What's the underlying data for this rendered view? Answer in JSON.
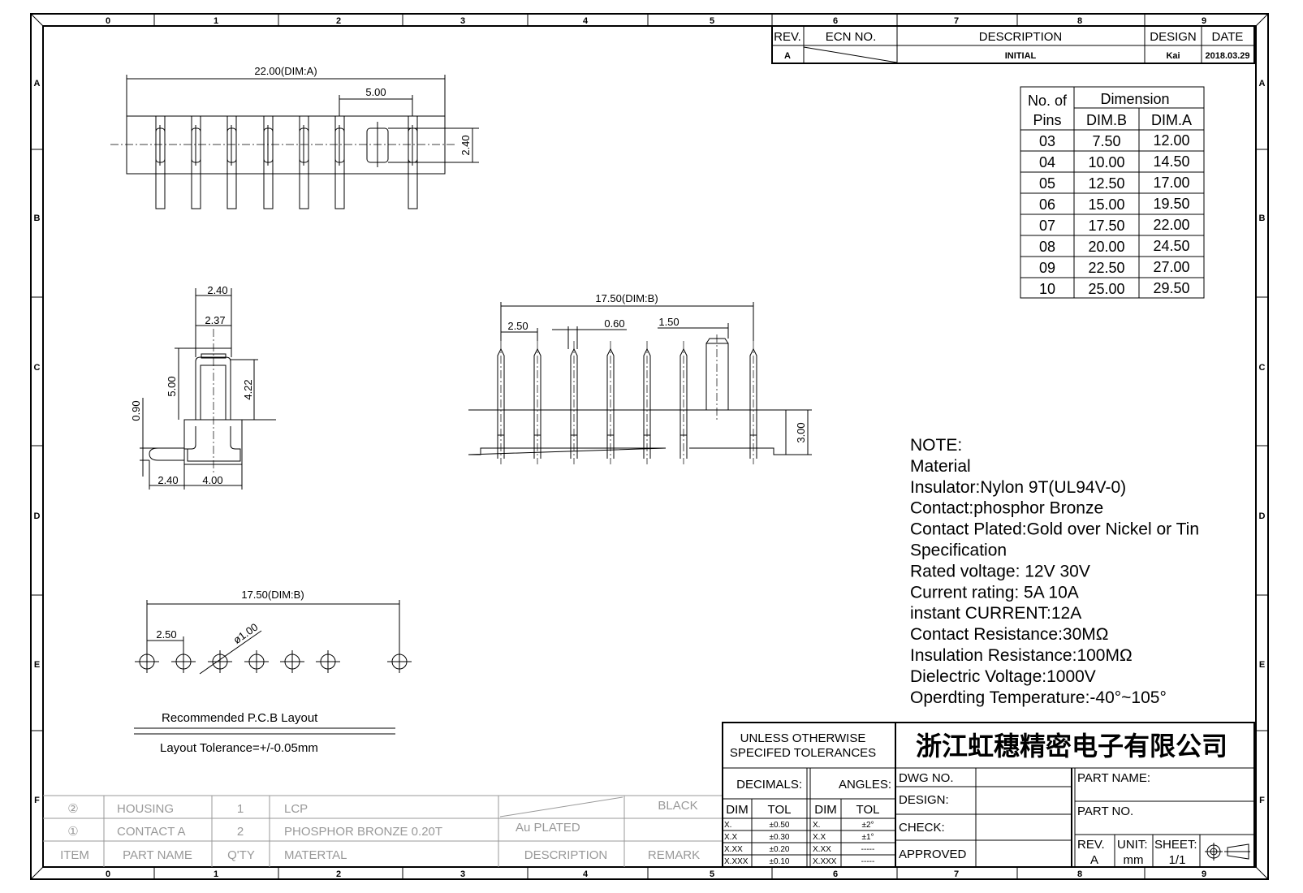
{
  "border": {
    "columns": [
      "0",
      "1",
      "2",
      "3",
      "4",
      "5",
      "6",
      "7",
      "8",
      "9"
    ],
    "rows": [
      "A",
      "B",
      "C",
      "D",
      "E",
      "F"
    ]
  },
  "revision_table": {
    "headers": {
      "rev": "REV.",
      "ecn": "ECN NO.",
      "description": "DESCRIPTION",
      "design": "DESIGN",
      "date": "DATE"
    },
    "row": {
      "rev": "A",
      "description": "INITIAL",
      "design": "Kai",
      "date": "2018.03.29"
    }
  },
  "top_view": {
    "dim_a": "22.00(DIM:A)",
    "pitch": "5.00",
    "height": "2.40"
  },
  "side_view": {
    "width_top": "2.40",
    "width_inner": "2.37",
    "post_height": "5.00",
    "inner_height": "4.22",
    "lead_thickness": "0.90",
    "lead_length": "2.40",
    "base_width": "4.00"
  },
  "front_view": {
    "dim_b": "17.50(DIM:B)",
    "pitch": "2.50",
    "pin_width": "0.60",
    "post_width": "1.50",
    "body_height": "3.00"
  },
  "pcb_layout": {
    "dim_b": "17.50(DIM:B)",
    "pitch": "2.50",
    "hole_dia": "ø1.00",
    "title": "Recommended P.C.B Layout",
    "tolerance": "Layout Tolerance=+/-0.05mm"
  },
  "dimension_table": {
    "header_pins_1": "No. of",
    "header_pins_2": "Pins",
    "header_dimension": "Dimension",
    "col_b": "DIM.B",
    "col_a": "DIM.A",
    "rows": [
      {
        "pins": "03",
        "dim_b": "7.50",
        "dim_a": "12.00"
      },
      {
        "pins": "04",
        "dim_b": "10.00",
        "dim_a": "14.50"
      },
      {
        "pins": "05",
        "dim_b": "12.50",
        "dim_a": "17.00"
      },
      {
        "pins": "06",
        "dim_b": "15.00",
        "dim_a": "19.50"
      },
      {
        "pins": "07",
        "dim_b": "17.50",
        "dim_a": "22.00"
      },
      {
        "pins": "08",
        "dim_b": "20.00",
        "dim_a": "24.50"
      },
      {
        "pins": "09",
        "dim_b": "22.50",
        "dim_a": "27.00"
      },
      {
        "pins": "10",
        "dim_b": "25.00",
        "dim_a": "29.50"
      }
    ]
  },
  "notes": [
    "NOTE:",
    "Material",
    "Insulator:Nylon  9T(UL94V-0)",
    "Contact:phosphor  Bronze",
    "Contact  Plated:Gold  over  Nickel  or  Tin",
    "Specification",
    "Rated  voltage: 12V  30V",
    "Current  rating:  5A  10A",
    "instant  CURRENT:12A",
    "Contact  Resistance:30MΩ",
    "Insulation  Resistance:100MΩ",
    "Dielectric  Voltage:1000V",
    "Operdting  Temperature:-40°~105°"
  ],
  "parts_list": {
    "rows": [
      {
        "item": "②",
        "part_name": "HOUSING",
        "qty": "1",
        "material": "LCP",
        "description": "",
        "remark": "BLACK"
      },
      {
        "item": "①",
        "part_name": "CONTACT A",
        "qty": "2",
        "material": "PHOSPHOR BRONZE 0.20T",
        "description": "Au PLATED",
        "remark": ""
      }
    ],
    "headers": {
      "item": "ITEM",
      "part_name": "PART NAME",
      "qty": "Q'TY",
      "material": "MATERTAL",
      "description": "DESCRIPTION",
      "remark": "REMARK"
    }
  },
  "title_block": {
    "tolerance_title_1": "UNLESS  OTHERWISE",
    "tolerance_title_2": "SPECIFED  TOLERANCES",
    "company": "浙江虹穗精密电子有限公司",
    "decimals": "DECIMALS:",
    "angles": "ANGLES:",
    "dim": "DIM",
    "tol": "TOL",
    "decimal_rows": [
      {
        "dim": "X.",
        "tol": "±0.50"
      },
      {
        "dim": "X.X",
        "tol": "±0.30"
      },
      {
        "dim": "X.XX",
        "tol": "±0.20"
      },
      {
        "dim": "X.XXX",
        "tol": "±0.10"
      }
    ],
    "angle_rows": [
      {
        "dim": "X.",
        "tol": "±2°"
      },
      {
        "dim": "X.X",
        "tol": "±1°"
      },
      {
        "dim": "X.XX",
        "tol": "-----"
      },
      {
        "dim": "X.XXX",
        "tol": "-----"
      }
    ],
    "dwg_no": "DWG  NO.",
    "design": "DESIGN:",
    "check": "CHECK:",
    "approved": "APPROVED",
    "part_name": "PART  NAME:",
    "part_no": "PART  NO.",
    "rev_label": "REV.",
    "rev": "A",
    "unit_label": "UNIT:",
    "unit": "mm",
    "sheet_label": "SHEET:",
    "sheet": "1/1"
  }
}
